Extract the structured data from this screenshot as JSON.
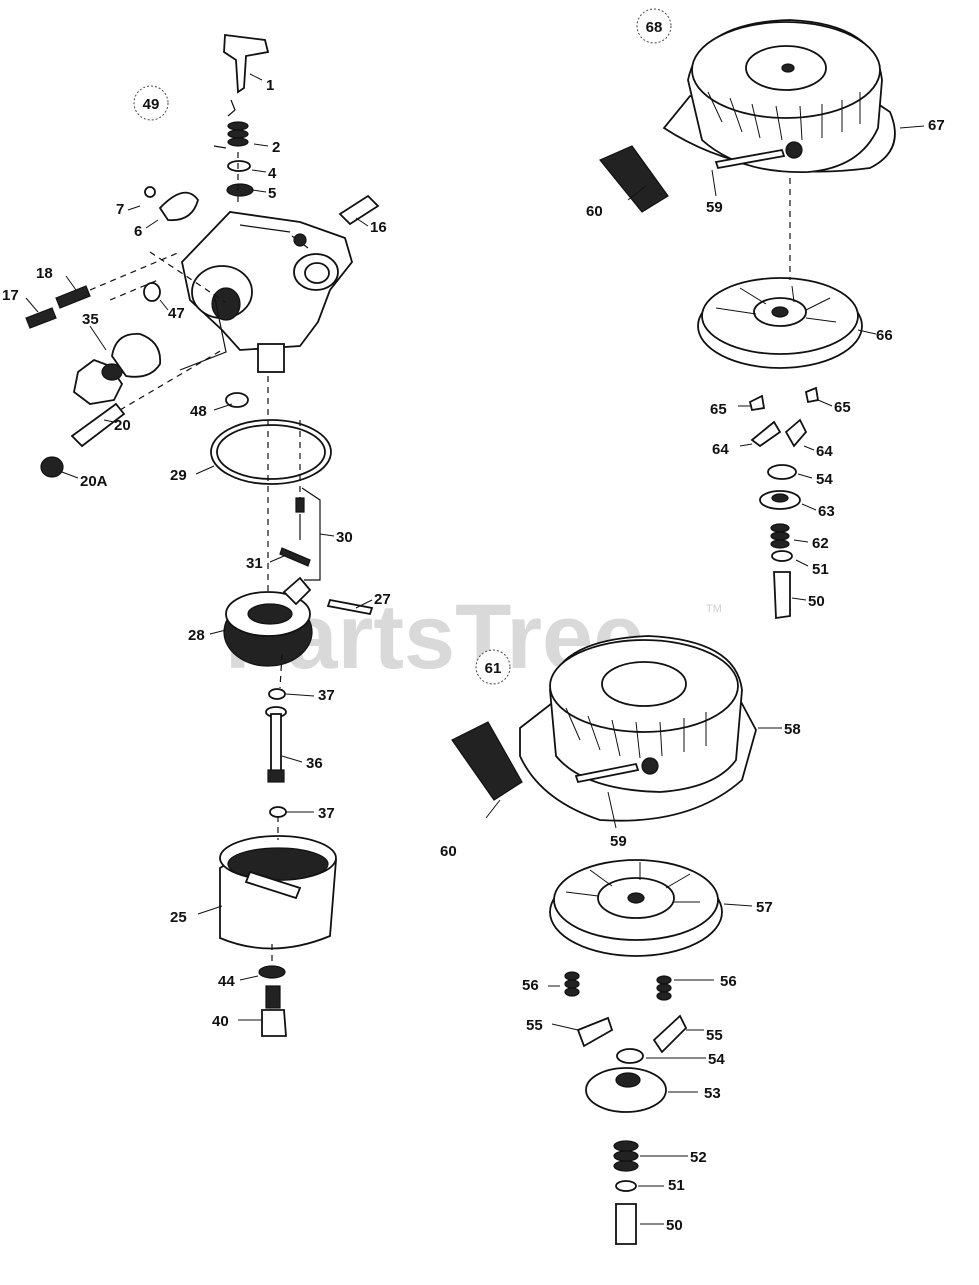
{
  "watermark": {
    "text": "PartsTree",
    "trademark": "TM"
  },
  "groups": [
    "49",
    "68",
    "61"
  ],
  "labels": [
    "1",
    "2",
    "4",
    "5",
    "16",
    "7",
    "6",
    "18",
    "17",
    "47",
    "35",
    "48",
    "20",
    "29",
    "20A",
    "30",
    "31",
    "27",
    "28",
    "37",
    "36",
    "37",
    "25",
    "44",
    "40",
    "67",
    "60",
    "59",
    "66",
    "65",
    "65",
    "64",
    "64",
    "54",
    "63",
    "62",
    "51",
    "50",
    "58",
    "60",
    "59",
    "57",
    "56",
    "56",
    "55",
    "55",
    "54",
    "53",
    "52",
    "51",
    "50"
  ]
}
